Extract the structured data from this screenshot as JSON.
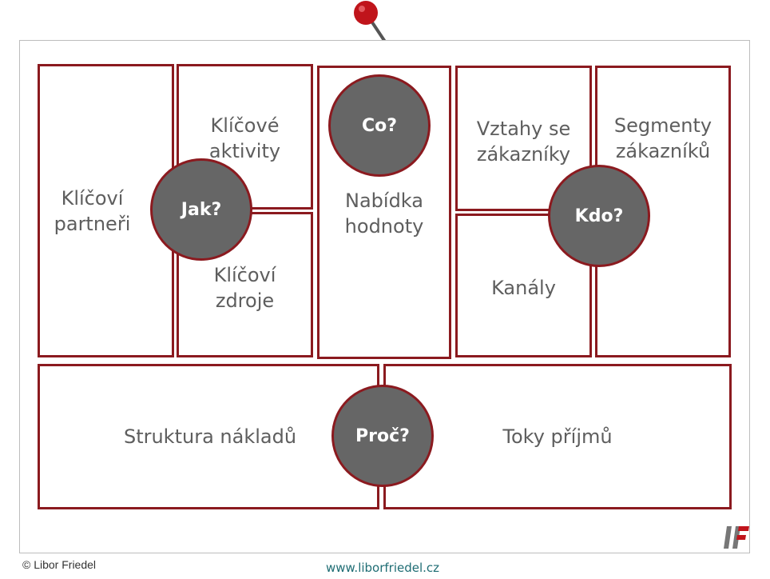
{
  "canvas": {
    "blocks": {
      "key_partners": "Klíčoví\npartneři",
      "key_activities": "Klíčové\naktivity",
      "key_resources": "Klíčoví\nzdroje",
      "value_proposition": "Nabídka\nhodnoty",
      "customer_relationships": "Vztahy se\nzákazníky",
      "channels": "Kanály",
      "customer_segments": "Segmenty\nzákazníků",
      "cost_structure": "Struktura nákladů",
      "revenue_streams": "Toky příjmů"
    },
    "questions": {
      "how": "Jak?",
      "what": "Co?",
      "who": "Kdo?",
      "why": "Proč?"
    }
  },
  "footer": {
    "copyright": "© Libor Friedel",
    "website": "www.liborfriedel.cz"
  },
  "colors": {
    "border": "#8b1a1f",
    "circle_fill": "#666666",
    "text": "#5e5e5e",
    "pin": "#c0141b",
    "url": "#1f6d74"
  }
}
